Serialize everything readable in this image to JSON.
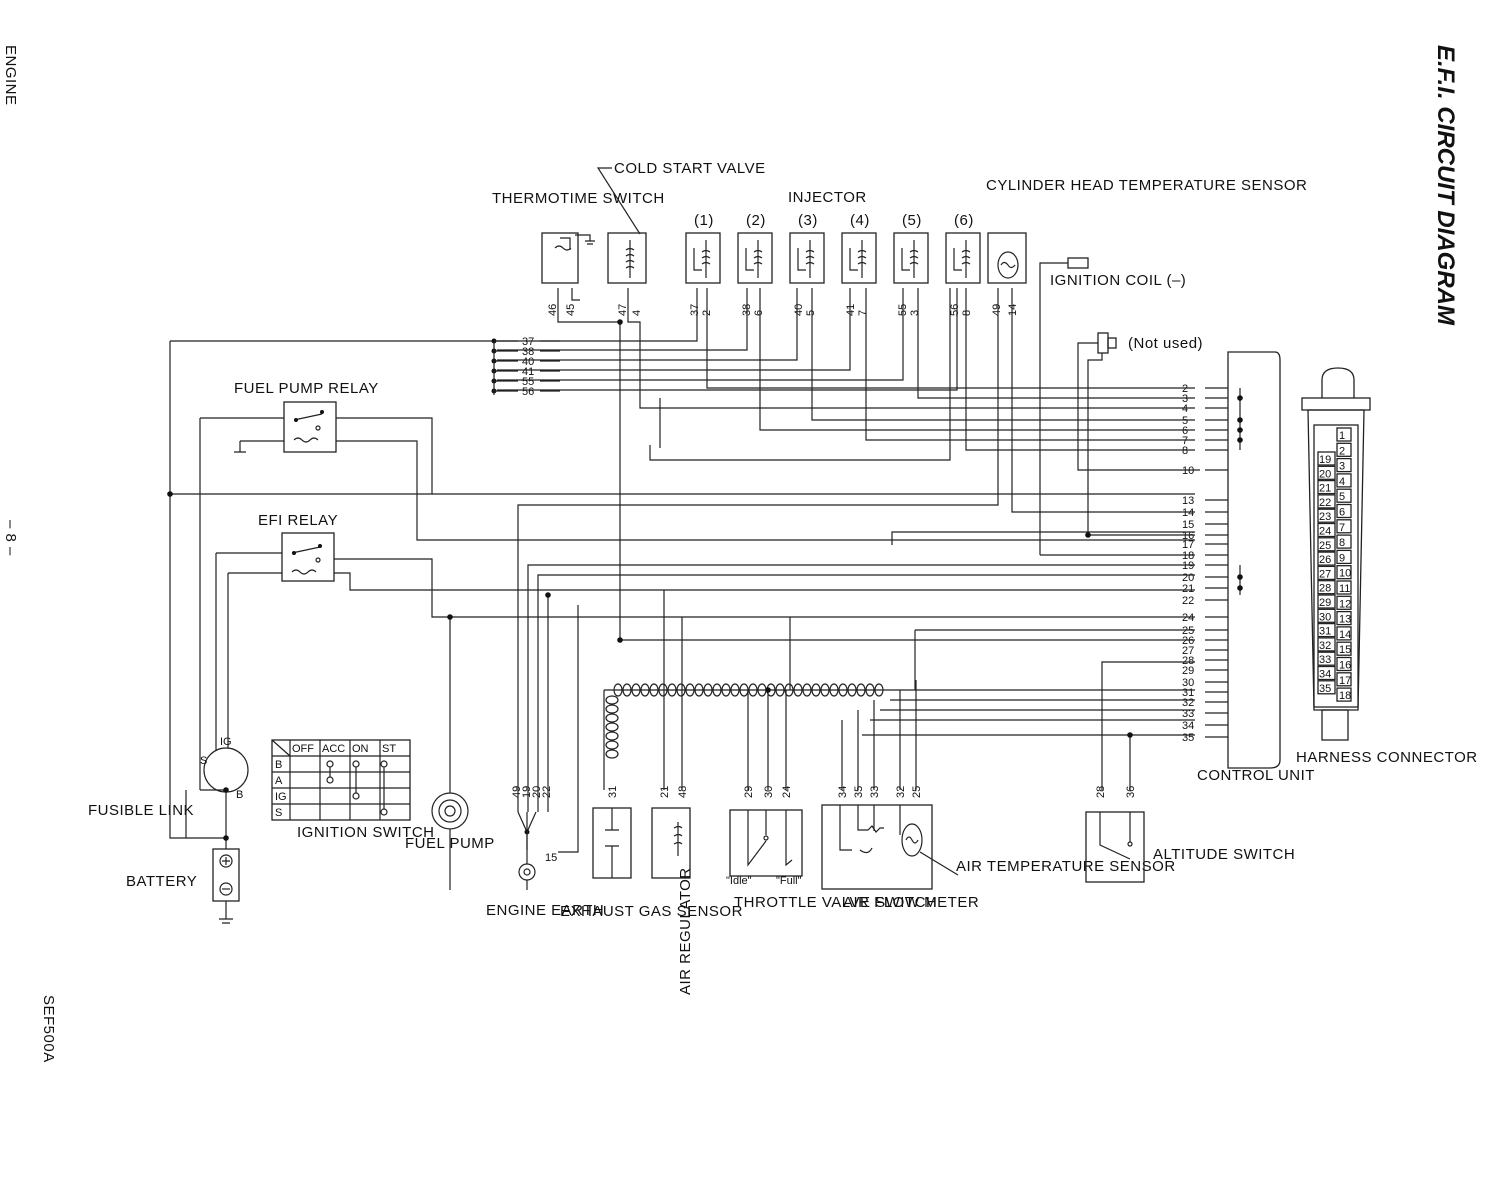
{
  "title": "E.F.I. CIRCUIT DIAGRAM",
  "side_code": "SEF500A",
  "page_edge_text": "– 8 –",
  "page_edge_text2": "ENGINE",
  "components": {
    "cold_start_valve": "COLD START VALVE",
    "thermotime_switch": "THERMOTIME SWITCH",
    "injector": "INJECTOR",
    "cylinder_head_temp_sensor": "CYLINDER HEAD TEMPERATURE SENSOR",
    "ignition_coil": "IGNITION COIL (–)",
    "not_used": "(Not used)",
    "fuel_pump_relay": "FUEL PUMP RELAY",
    "efi_relay": "EFI RELAY",
    "fusible_link": "FUSIBLE LINK",
    "battery": "BATTERY",
    "ignition_switch": "IGNITION SWITCH",
    "fuel_pump": "FUEL PUMP",
    "engine_earth": "ENGINE EARTH",
    "exhaust_gas_sensor": "EXHAUST GAS SENSOR",
    "air_regulator": "AIR REGULATOR",
    "throttle_valve_switch": "THROTTLE VALVE SWITCH",
    "air_flow_meter": "AIR FLOW METER",
    "air_temperature_sensor": "AIR TEMPERATURE SENSOR",
    "altitude_switch": "ALTITUDE SWITCH",
    "control_unit": "CONTROL UNIT",
    "harness_connector": "HARNESS CONNECTOR"
  },
  "injector_numbers": [
    "(1)",
    "(2)",
    "(3)",
    "(4)",
    "(5)",
    "(6)"
  ],
  "injector_pins": [
    [
      "37",
      "2"
    ],
    [
      "38",
      "6"
    ],
    [
      "40",
      "5"
    ],
    [
      "41",
      "7"
    ],
    [
      "55",
      "3"
    ],
    [
      "56",
      "8"
    ]
  ],
  "thermotime_pins": [
    "46",
    "45"
  ],
  "cold_start_pins": [
    "47",
    "4"
  ],
  "head_sensor_pins": [
    "49",
    "14"
  ],
  "bus_labels": [
    "37",
    "38",
    "40",
    "41",
    "55",
    "56"
  ],
  "control_unit_terminals": [
    "2",
    "3",
    "4",
    "5",
    "6",
    "7",
    "8",
    "10",
    "13",
    "14",
    "15",
    "16",
    "17",
    "18",
    "19",
    "20",
    "21",
    "22",
    "24",
    "25",
    "26",
    "27",
    "28",
    "29",
    "30",
    "31",
    "32",
    "33",
    "34",
    "35"
  ],
  "ignition_switch_table": {
    "columns": [
      "OFF",
      "ACC",
      "ON",
      "ST"
    ],
    "rows": [
      "B",
      "A",
      "IG",
      "S"
    ]
  },
  "ignition_terminals": [
    "IG",
    "S",
    "B"
  ],
  "throttle_positions": [
    "\"Idle\"",
    "\"Full\""
  ],
  "bottom_pins": {
    "ground_group": [
      "49",
      "19",
      "20",
      "22"
    ],
    "exhaust": [
      "31"
    ],
    "air_regulator": [
      "21",
      "48"
    ],
    "throttle": [
      "29",
      "30",
      "24"
    ],
    "air_flow": [
      "34",
      "35",
      "33",
      "32",
      "25"
    ],
    "altitude": [
      "28",
      "36"
    ],
    "engine_earth_pin": "15"
  },
  "harness_left": [
    "19",
    "20",
    "21",
    "22",
    "23",
    "24",
    "25",
    "26",
    "27",
    "28",
    "29",
    "30",
    "31",
    "32",
    "33",
    "34",
    "35"
  ],
  "harness_right": [
    "1",
    "2",
    "3",
    "4",
    "5",
    "6",
    "7",
    "8",
    "9",
    "10",
    "11",
    "12",
    "13",
    "14",
    "15",
    "16",
    "17",
    "18"
  ]
}
